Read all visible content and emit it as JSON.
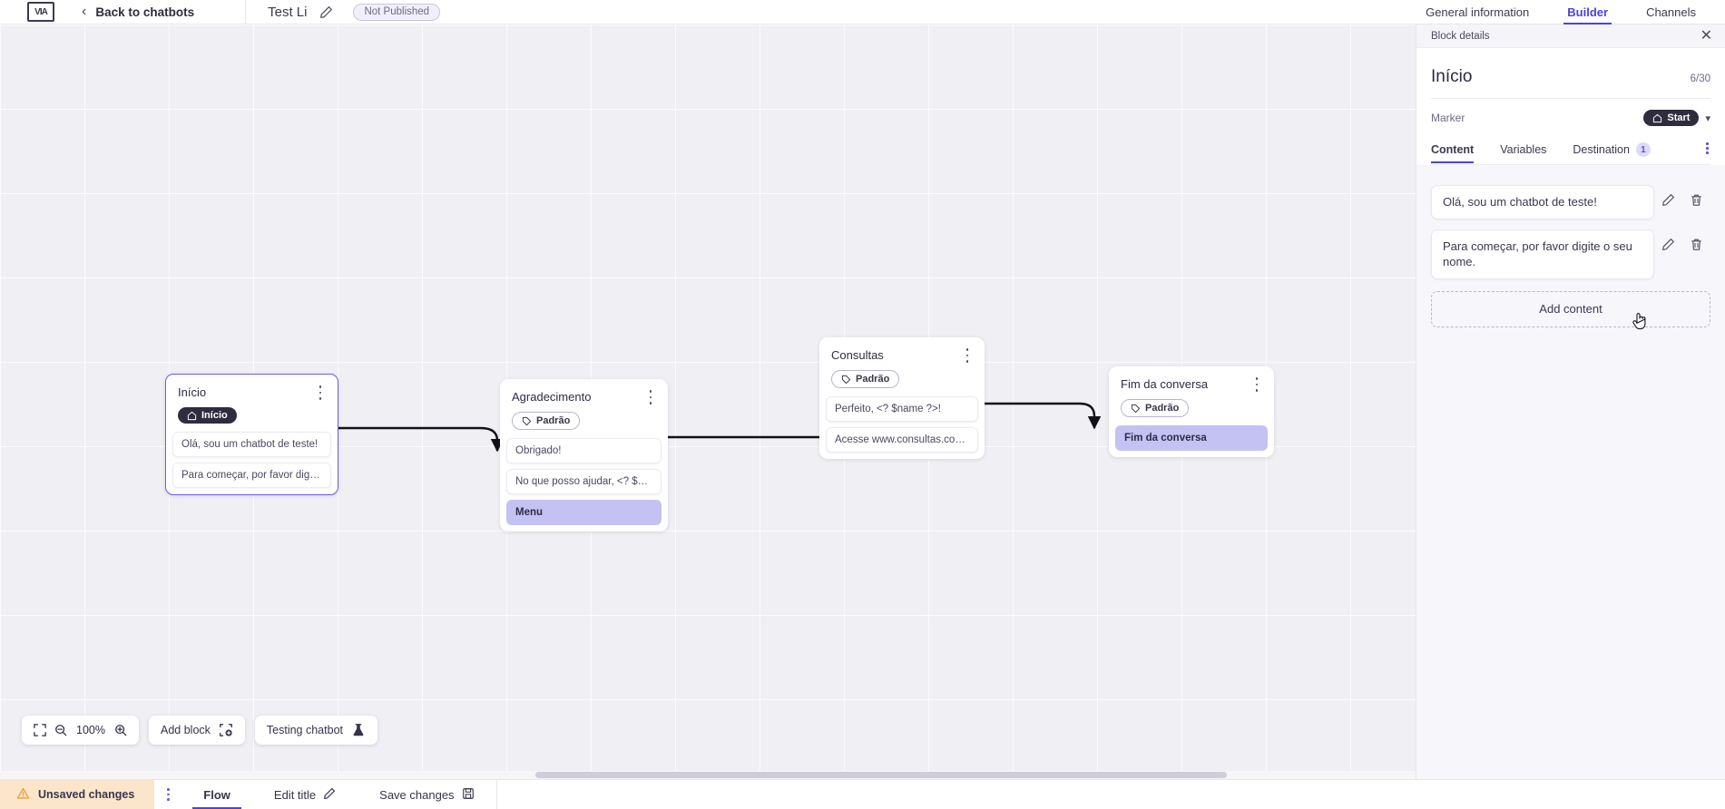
{
  "header": {
    "logo_name": "product-logo",
    "back_label": "Back to chatbots",
    "bot_title": "Test Li",
    "edit_icon": "pencil-icon",
    "status_badge": "Not Published",
    "tabs": [
      {
        "label": "General information",
        "active": false
      },
      {
        "label": "Builder",
        "active": true
      },
      {
        "label": "Channels",
        "active": false
      }
    ]
  },
  "canvas": {
    "zoom_level": "100%",
    "fit_icon": "fit-screen-icon",
    "zoom_out_icon": "zoom-out-icon",
    "zoom_in_icon": "zoom-in-icon",
    "add_block_label": "Add block",
    "add_block_icon": "add-block-icon",
    "testing_label": "Testing chatbot",
    "testing_icon": "flask-icon",
    "nodes": [
      {
        "id": "inicio",
        "title": "Início",
        "chip": {
          "label": "Início",
          "type": "start",
          "icon": "home-icon"
        },
        "selected": true,
        "rows": [
          {
            "text": "Olá, sou um chatbot de teste!",
            "highlight": false
          },
          {
            "text": "Para começar, por favor digite o ...",
            "highlight": false
          }
        ]
      },
      {
        "id": "agradecimento",
        "title": "Agradecimento",
        "chip": {
          "label": "Padrão",
          "type": "default",
          "icon": "tag-icon"
        },
        "selected": false,
        "rows": [
          {
            "text": "Obrigado!",
            "highlight": false
          },
          {
            "text": "No que posso ajudar, <? $name ...",
            "highlight": false
          },
          {
            "text": "Menu",
            "highlight": true
          }
        ]
      },
      {
        "id": "consultas",
        "title": "Consultas",
        "chip": {
          "label": "Padrão",
          "type": "default",
          "icon": "tag-icon"
        },
        "selected": false,
        "rows": [
          {
            "text": "Perfeito, <? $name ?>!",
            "highlight": false
          },
          {
            "text": "Acesse www.consultas.com par...",
            "highlight": false
          }
        ]
      },
      {
        "id": "fim-da-conversa",
        "title": "Fim da conversa",
        "chip": {
          "label": "Padrão",
          "type": "default",
          "icon": "tag-icon"
        },
        "selected": false,
        "rows": [
          {
            "text": "Fim da conversa",
            "highlight": true
          }
        ]
      }
    ]
  },
  "panel": {
    "header_label": "Block details",
    "close_icon": "close-icon",
    "title": "Início",
    "counter": "6/30",
    "marker_label": "Marker",
    "marker_value": "Start",
    "marker_icon": "home-icon",
    "chevron_icon": "chevron-down-icon",
    "tabs": [
      {
        "label": "Content",
        "active": true,
        "badge": ""
      },
      {
        "label": "Variables",
        "active": false,
        "badge": ""
      },
      {
        "label": "Destination",
        "active": false,
        "badge": "1"
      }
    ],
    "overflow_icon": "more-vertical-icon",
    "content_items": [
      {
        "text": "Olá, sou um chatbot de teste!",
        "edit_icon": "pencil-icon",
        "delete_icon": "trash-icon"
      },
      {
        "text": "Para começar, por favor digite o seu nome.",
        "edit_icon": "pencil-icon",
        "delete_icon": "trash-icon"
      }
    ],
    "add_content_label": "Add content"
  },
  "bottom": {
    "unsaved_label": "Unsaved changes",
    "warning_icon": "warning-triangle-icon",
    "menu_icon": "more-vertical-icon",
    "tabs": [
      {
        "label": "Flow",
        "active": true,
        "icon": ""
      },
      {
        "label": "Edit title",
        "active": false,
        "icon": "pencil-icon"
      },
      {
        "label": "Save changes",
        "active": false,
        "icon": "save-icon"
      }
    ]
  },
  "colors": {
    "accent": "#4b42e0",
    "highlight_row": "#c4c2f2",
    "unsaved_bg": "#fbe6cb",
    "canvas_bg": "#f0eff3",
    "chip_start_bg": "#2f2c3e"
  }
}
